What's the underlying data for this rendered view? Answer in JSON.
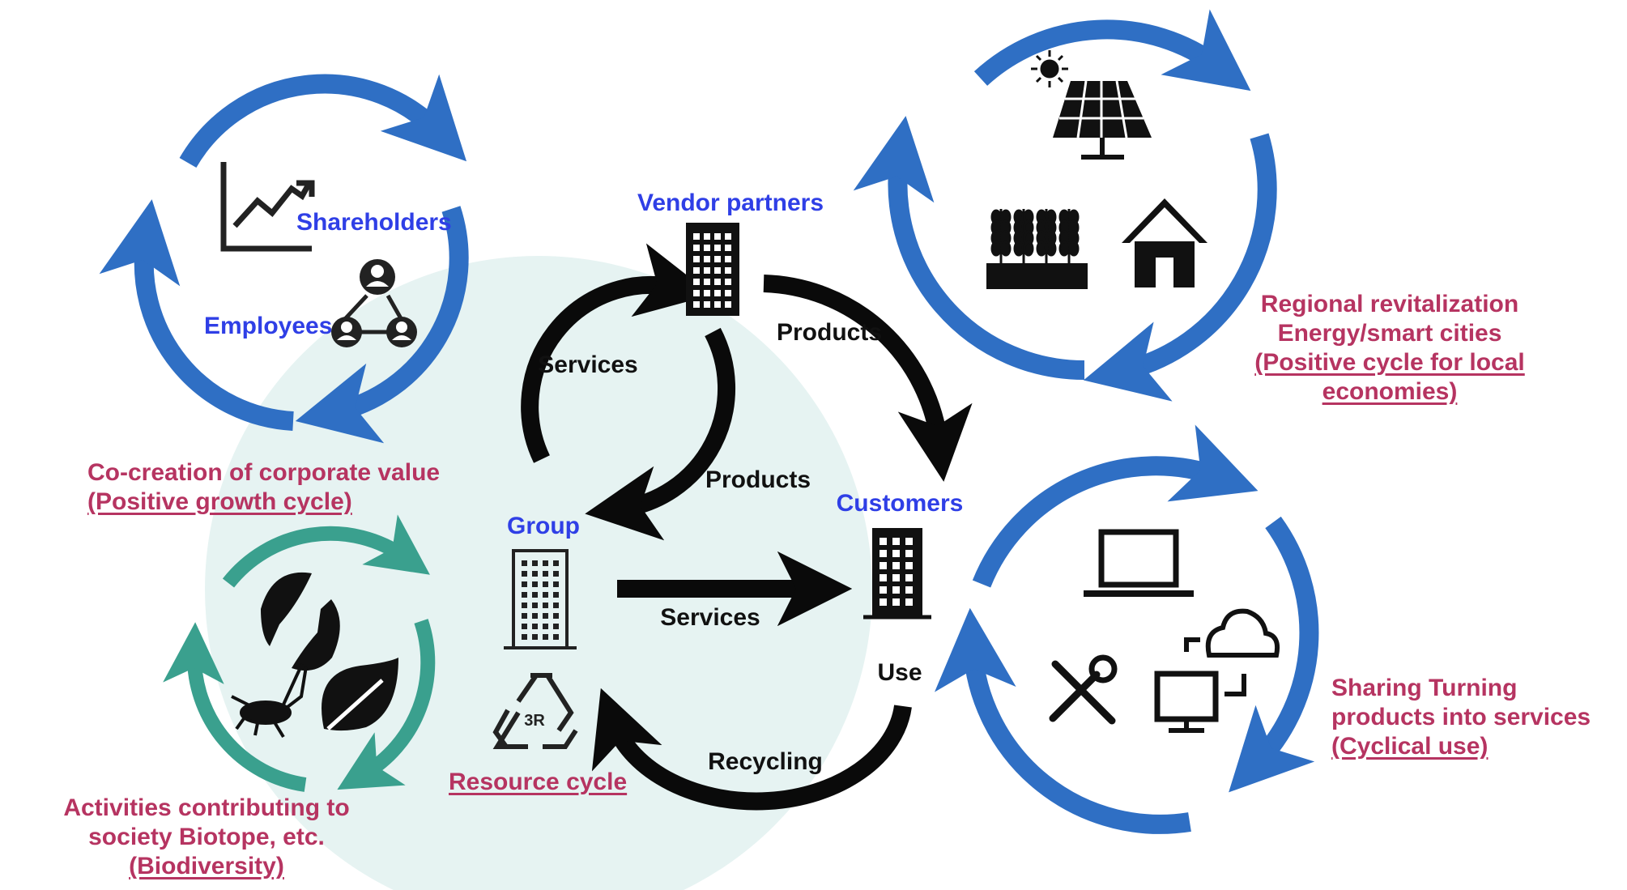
{
  "colors": {
    "blue_cycle": "#2f6fc4",
    "teal_cycle": "#3aa08e",
    "black_arrows": "#0a0a0a",
    "entity_label": "#2f3fe6",
    "cycle_title": "#b63461",
    "background_circle": "#e6f3f2"
  },
  "stakeholders": {
    "vendor": "Vendor partners",
    "shareholders": "Shareholders",
    "employees": "Employees",
    "group": "Group",
    "customers": "Customers"
  },
  "flows": {
    "services_vendor": "Services",
    "products_vendor": "Products",
    "products_group": "Products",
    "services_customer": "Services",
    "use": "Use",
    "recycling": "Recycling"
  },
  "cycles": {
    "corporate": {
      "line1": "Co-creation of corporate value",
      "line2": "(Positive growth cycle)"
    },
    "regional": {
      "line1": "Regional revitalization",
      "line2": "Energy/smart cities",
      "line3": " (Positive cycle for local",
      "line4": "economies)"
    },
    "sharing": {
      "line1": "Sharing Turning",
      "line2": "products into services",
      "line3": " (Cyclical use)"
    },
    "biodiversity": {
      "line1": "Activities contributing to",
      "line2": "society Biotope, etc.",
      "line3": "(Biodiversity)"
    },
    "resource": {
      "line1": "Resource cycle"
    }
  },
  "icons": [
    "chart-icon",
    "people-network-icon",
    "office-building-icon",
    "recycle-3r-icon",
    "solar-panel-icon",
    "sun-icon",
    "crops-icon",
    "house-icon",
    "laptop-icon",
    "tools-icon",
    "cloud-computer-icon",
    "fish-icon",
    "cricket-icon",
    "leaf-icon"
  ],
  "recycle_badge": "3R"
}
